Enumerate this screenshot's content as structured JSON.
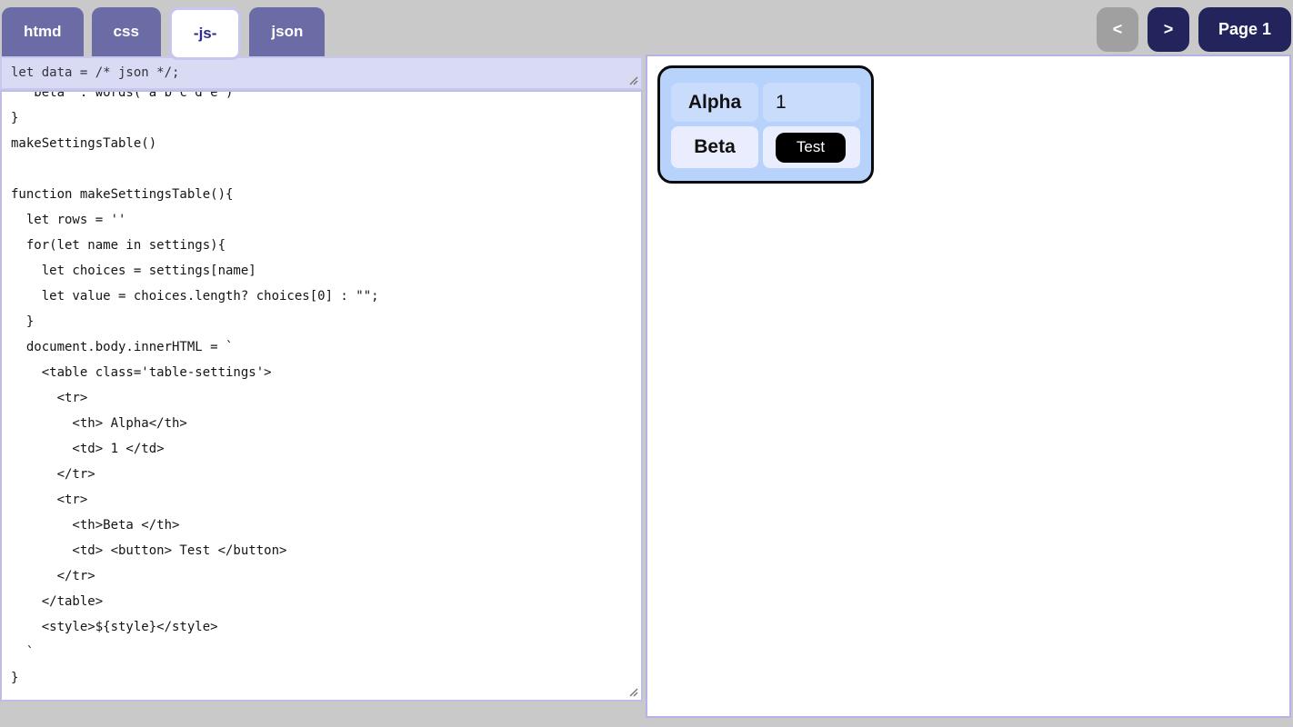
{
  "header": {
    "tabs": [
      {
        "label": "htmd",
        "active": false
      },
      {
        "label": "css",
        "active": false
      },
      {
        "label": "-js-",
        "active": true
      },
      {
        "label": "json",
        "active": false
      }
    ],
    "nav": {
      "prev": "<",
      "next": ">",
      "page": "Page 1"
    }
  },
  "editor": {
    "preamble": "let data = /* json */;",
    "code_lines": [
      "  'beta' : words('a b c d e')",
      "}",
      "makeSettingsTable()",
      "",
      "function makeSettingsTable(){",
      "  let rows = ''",
      "  for(let name in settings){",
      "    let choices = settings[name]",
      "    let value = choices.length? choices[0] : \"\";",
      "  }",
      "  document.body.innerHTML = `",
      "    <table class='table-settings'>",
      "      <tr>",
      "        <th> Alpha</th>",
      "        <td> 1 </td>",
      "      </tr>",
      "      <tr>",
      "        <th>Beta </th>",
      "        <td> <button> Test </button>",
      "      </tr>",
      "    </table>",
      "    <style>${style}</style>",
      "  `",
      "}"
    ]
  },
  "preview": {
    "table": {
      "rows": [
        {
          "header": "Alpha",
          "value": "1",
          "value_type": "text"
        },
        {
          "header": "Beta",
          "value": "Test",
          "value_type": "button"
        }
      ]
    }
  },
  "colors": {
    "page_background": "#c9c9c9",
    "tab_inactive_bg": "#6b6ba6",
    "tab_active_text": "#2b2b8b",
    "tab_active_border": "#c6c6f0",
    "nav_navy": "#24245c",
    "nav_gray": "#a0a0a0",
    "preamble_bg": "#d9daf3",
    "pane_border": "#b3b3e8",
    "table_bg": "#b7d3fb",
    "row1_cell_bg": "#cadcfc",
    "row2_cell_bg": "#e9edfd",
    "test_button_bg": "#000000"
  }
}
